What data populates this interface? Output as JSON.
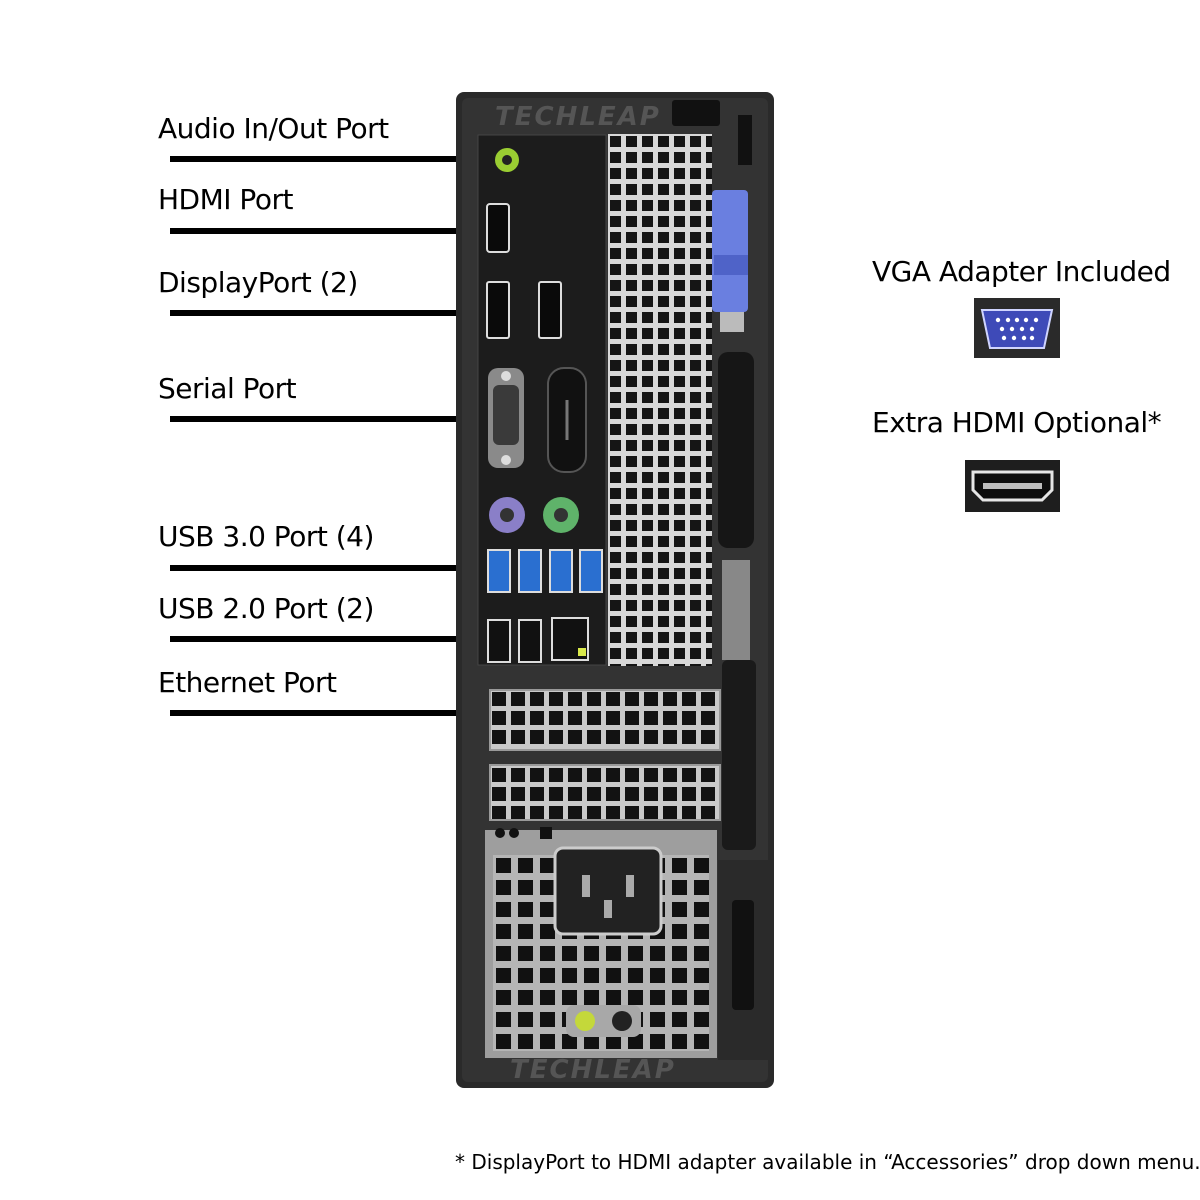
{
  "labels": {
    "audio": "Audio In/Out Port",
    "hdmi": "HDMI Port",
    "displayport": "DisplayPort (2)",
    "serial": "Serial Port",
    "usb3": "USB 3.0 Port (4)",
    "usb2": "USB 2.0 Port (2)",
    "ethernet": "Ethernet Port"
  },
  "extras": {
    "vga": "VGA Adapter Included",
    "hdmi_optional": "Extra HDMI Optional*"
  },
  "brand": {
    "watermark": "TECHLEAP"
  },
  "footnote": "*  DisplayPort to HDMI adapter available in “Accessories” drop down menu.",
  "colors": {
    "usb3_blue": "#2a6fd0",
    "audio_green": "#9acd32",
    "ps2_purple": "#8a7fc8",
    "ps2_green": "#5fb36a",
    "vga_blue": "#4a56c8",
    "latch_blue": "#6a7fe0"
  },
  "icons": [
    "audio-icon",
    "hdmi-icon",
    "displayport-icon",
    "serial-icon",
    "ps2-keyboard-icon",
    "ps2-mouse-icon",
    "usb3-icon",
    "usb2-icon",
    "network-icon"
  ]
}
